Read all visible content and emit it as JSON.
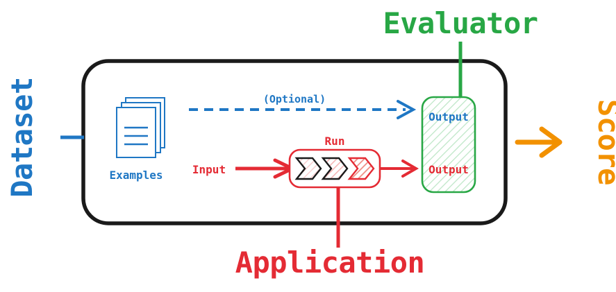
{
  "diagram": {
    "title": "Evaluation pipeline diagram",
    "colors": {
      "blue": "#1f77c4",
      "red": "#e42b34",
      "green": "#28a745",
      "green_dark": "#1f9e45",
      "orange": "#f29100",
      "black": "#1a1a1a",
      "white": "#ffffff",
      "chevron_light": "#fdecec",
      "chevron_mid": "#fbdede",
      "chevron_dark": "#f4a9a4",
      "green_fill": "#f0fbf2"
    },
    "labels": {
      "dataset": "Dataset",
      "evaluator": "Evaluator",
      "application": "Application",
      "score": "Score",
      "examples": "Examples",
      "input": "Input",
      "run": "Run",
      "optional": "(Optional)",
      "output_top": "Output",
      "output_bottom": "Output"
    },
    "icons": {
      "examples": "stacked-documents-icon",
      "pipeline": "chevron-pipeline-icon",
      "optional_arrow": "dashed-arrow-right-icon",
      "input_arrow": "arrow-right-icon",
      "run_output_arrow": "arrow-right-icon",
      "score_arrow": "arrow-right-icon"
    },
    "structure": {
      "outer_container": "application-boundary-box",
      "evaluator_box": "evaluator-output-box",
      "run_box": "run-pipeline-box",
      "pipeline_stage_count": 3
    }
  }
}
